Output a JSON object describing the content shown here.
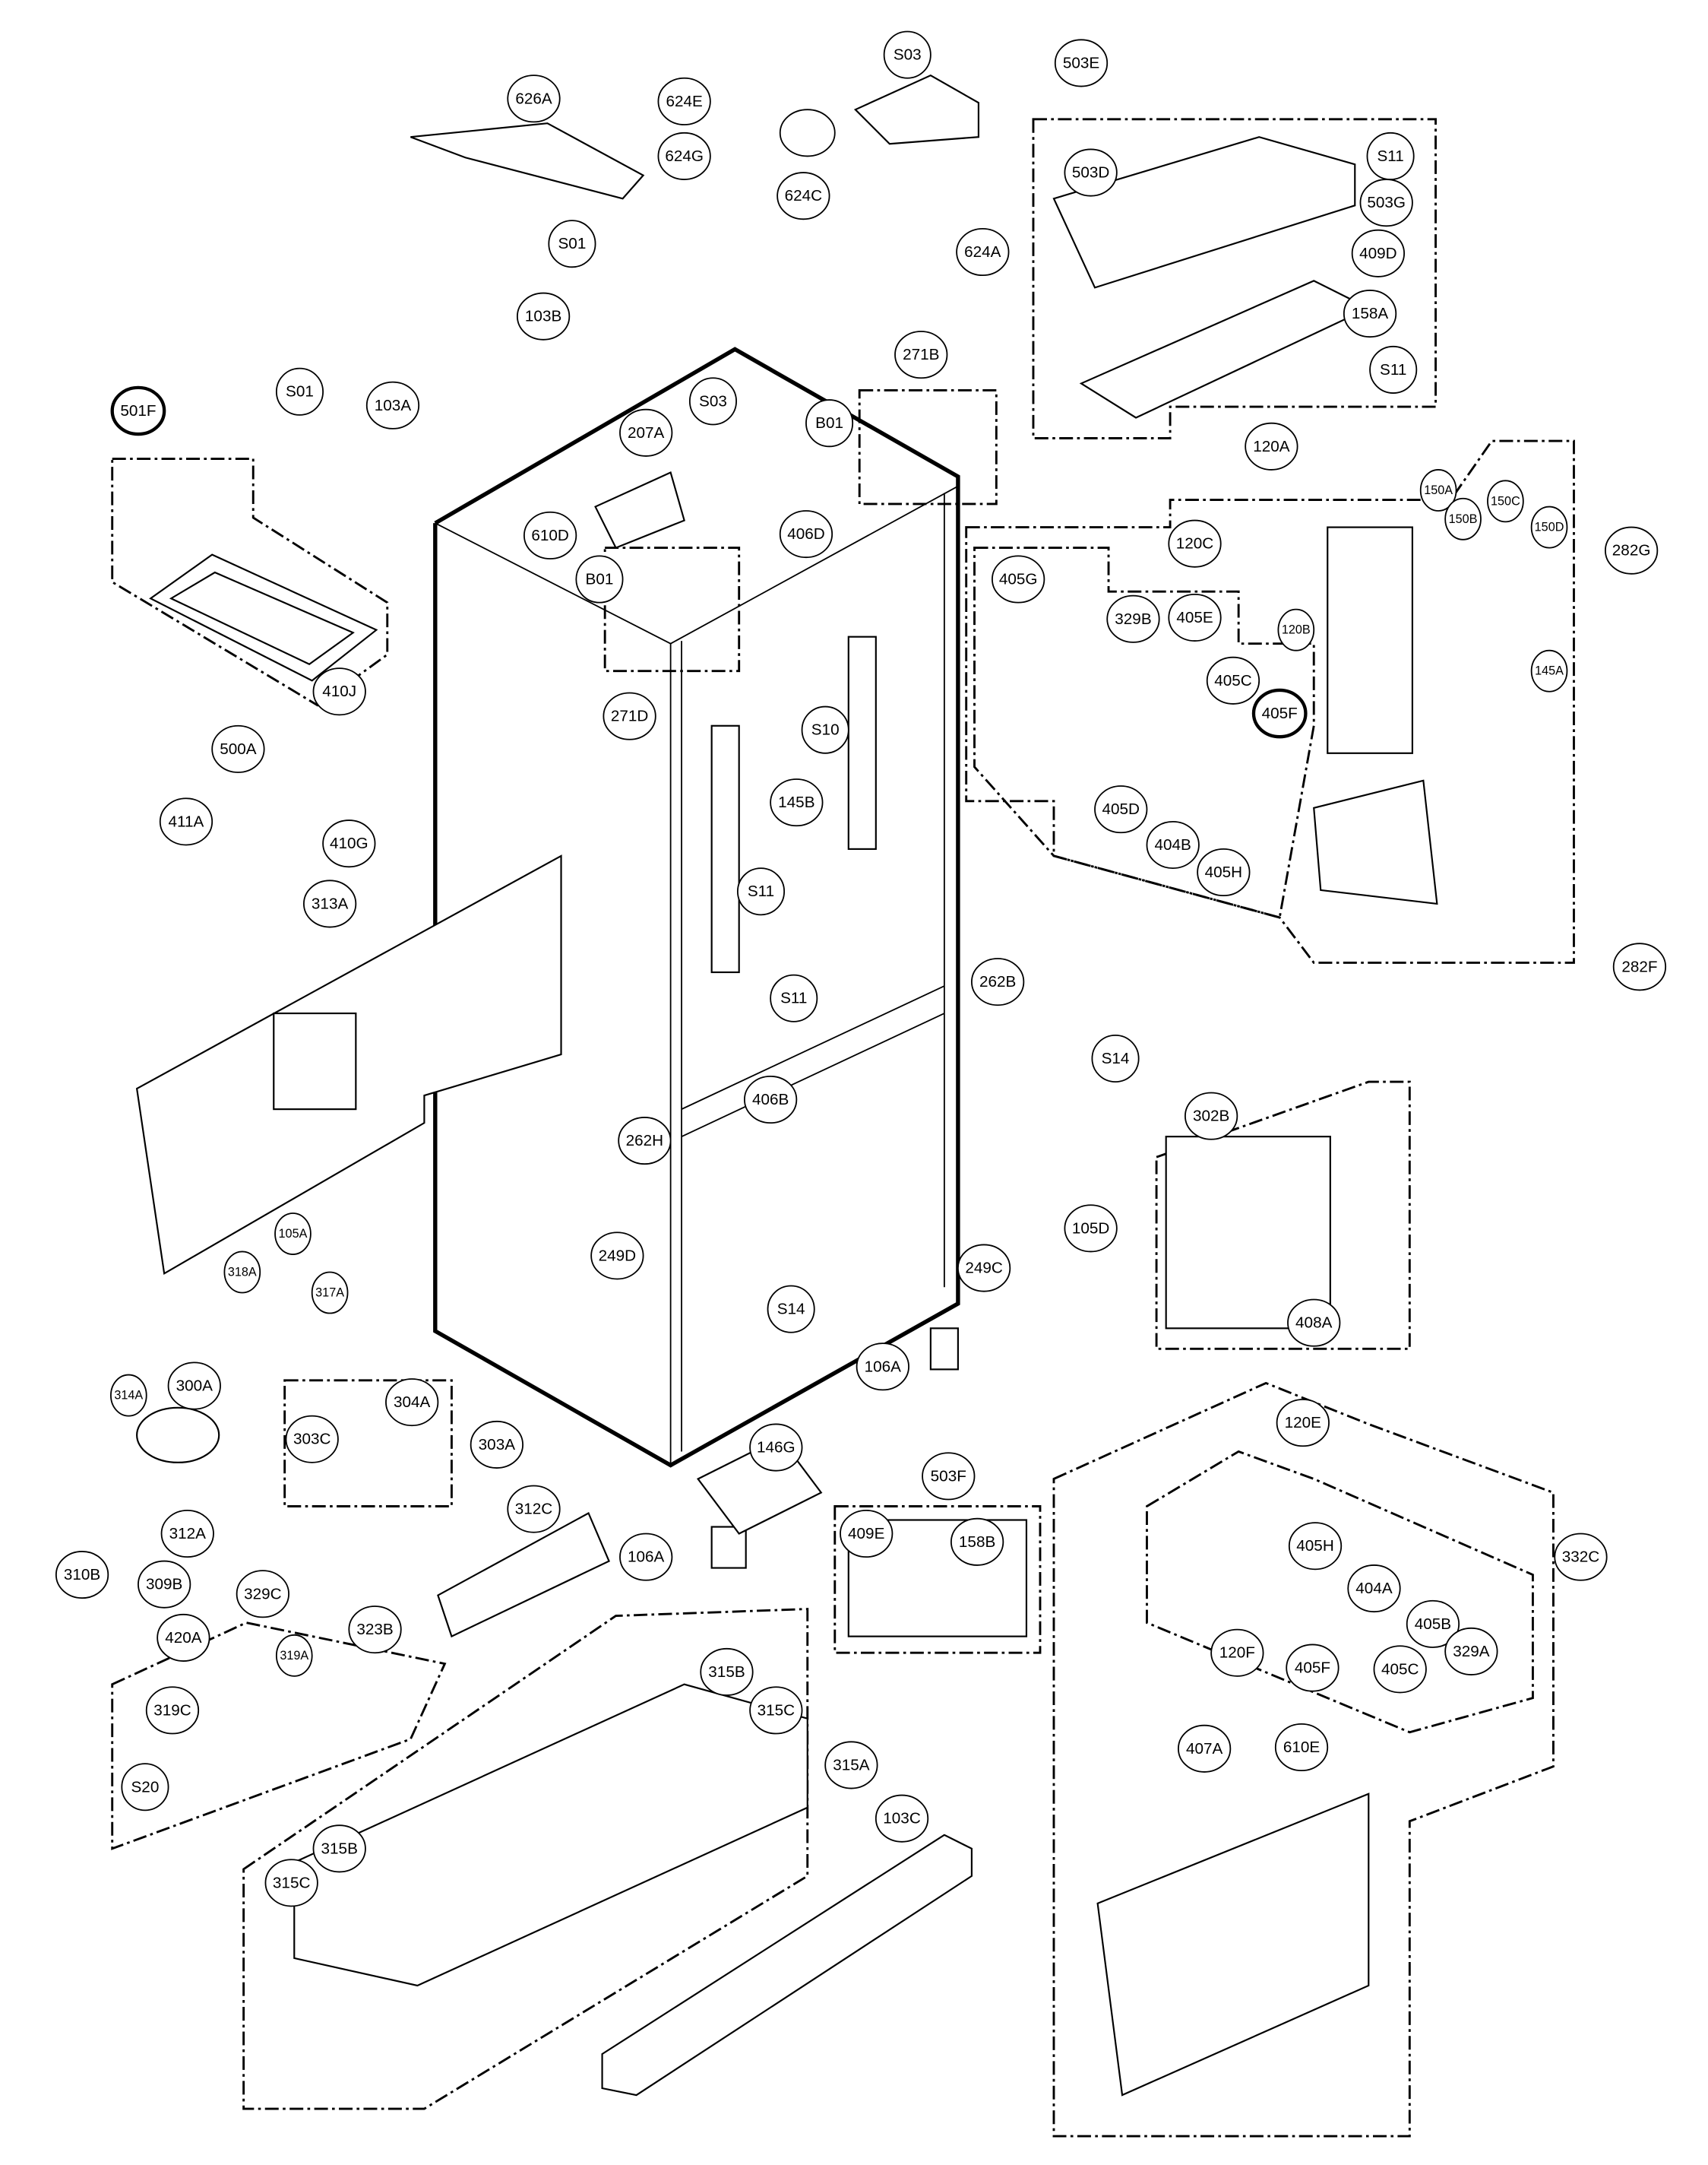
{
  "diagram": {
    "callouts": [
      {
        "text": "626A"
      },
      {
        "text": "624E"
      },
      {
        "text": "S03"
      },
      {
        "text": ""
      },
      {
        "text": "503E"
      },
      {
        "text": "624G"
      },
      {
        "text": "624C"
      },
      {
        "text": "S11"
      },
      {
        "text": "503D"
      },
      {
        "text": "503G"
      },
      {
        "text": "S01"
      },
      {
        "text": "624A"
      },
      {
        "text": "409D"
      },
      {
        "text": "158A"
      },
      {
        "text": "103B"
      },
      {
        "text": "S11"
      },
      {
        "text": "271B"
      },
      {
        "text": "501F",
        "bold": true
      },
      {
        "text": "S01"
      },
      {
        "text": "103A"
      },
      {
        "text": "S03"
      },
      {
        "text": "B01"
      },
      {
        "text": "207A"
      },
      {
        "text": "120A"
      },
      {
        "text": "282G"
      },
      {
        "text": "150A",
        "small": true
      },
      {
        "text": "150B",
        "small": true
      },
      {
        "text": "150C",
        "small": true
      },
      {
        "text": "150D",
        "small": true
      },
      {
        "text": "610D"
      },
      {
        "text": "406D"
      },
      {
        "text": "120C"
      },
      {
        "text": "B01"
      },
      {
        "text": "405G"
      },
      {
        "text": "329B"
      },
      {
        "text": "405E"
      },
      {
        "text": "120B",
        "small": true
      },
      {
        "text": "145A",
        "small": true
      },
      {
        "text": "405C"
      },
      {
        "text": "405F",
        "bold": true
      },
      {
        "text": "271D"
      },
      {
        "text": "410J"
      },
      {
        "text": "S10"
      },
      {
        "text": "500A"
      },
      {
        "text": "145B"
      },
      {
        "text": "405D"
      },
      {
        "text": "404B"
      },
      {
        "text": "410G"
      },
      {
        "text": "411A"
      },
      {
        "text": "405H"
      },
      {
        "text": "313A"
      },
      {
        "text": "S11"
      },
      {
        "text": "S11"
      },
      {
        "text": "282F"
      },
      {
        "text": "262B"
      },
      {
        "text": "S14"
      },
      {
        "text": "406B"
      },
      {
        "text": "302B"
      },
      {
        "text": "262H"
      },
      {
        "text": "105A",
        "small": true
      },
      {
        "text": "105D"
      },
      {
        "text": "249D"
      },
      {
        "text": "249C"
      },
      {
        "text": "318A",
        "small": true
      },
      {
        "text": "317A",
        "small": true
      },
      {
        "text": "S14"
      },
      {
        "text": "408A"
      },
      {
        "text": "106A"
      },
      {
        "text": "300A"
      },
      {
        "text": "314A",
        "small": true
      },
      {
        "text": "304A"
      },
      {
        "text": "303C"
      },
      {
        "text": "303A"
      },
      {
        "text": "120E"
      },
      {
        "text": "146G"
      },
      {
        "text": "503F"
      },
      {
        "text": "332C"
      },
      {
        "text": "405H"
      },
      {
        "text": "312A"
      },
      {
        "text": "312C"
      },
      {
        "text": "409E"
      },
      {
        "text": "158B"
      },
      {
        "text": "404A"
      },
      {
        "text": "310B"
      },
      {
        "text": "309B"
      },
      {
        "text": "329C"
      },
      {
        "text": "106A"
      },
      {
        "text": "405B"
      },
      {
        "text": "420A"
      },
      {
        "text": "323B"
      },
      {
        "text": "329A"
      },
      {
        "text": "315B"
      },
      {
        "text": "319A",
        "small": true
      },
      {
        "text": "120F"
      },
      {
        "text": "405F"
      },
      {
        "text": "405C"
      },
      {
        "text": "315C"
      },
      {
        "text": "407A"
      },
      {
        "text": "610E"
      },
      {
        "text": "319C"
      },
      {
        "text": "315A"
      },
      {
        "text": "S20"
      },
      {
        "text": "103C"
      },
      {
        "text": "315B"
      },
      {
        "text": "315C"
      }
    ]
  }
}
